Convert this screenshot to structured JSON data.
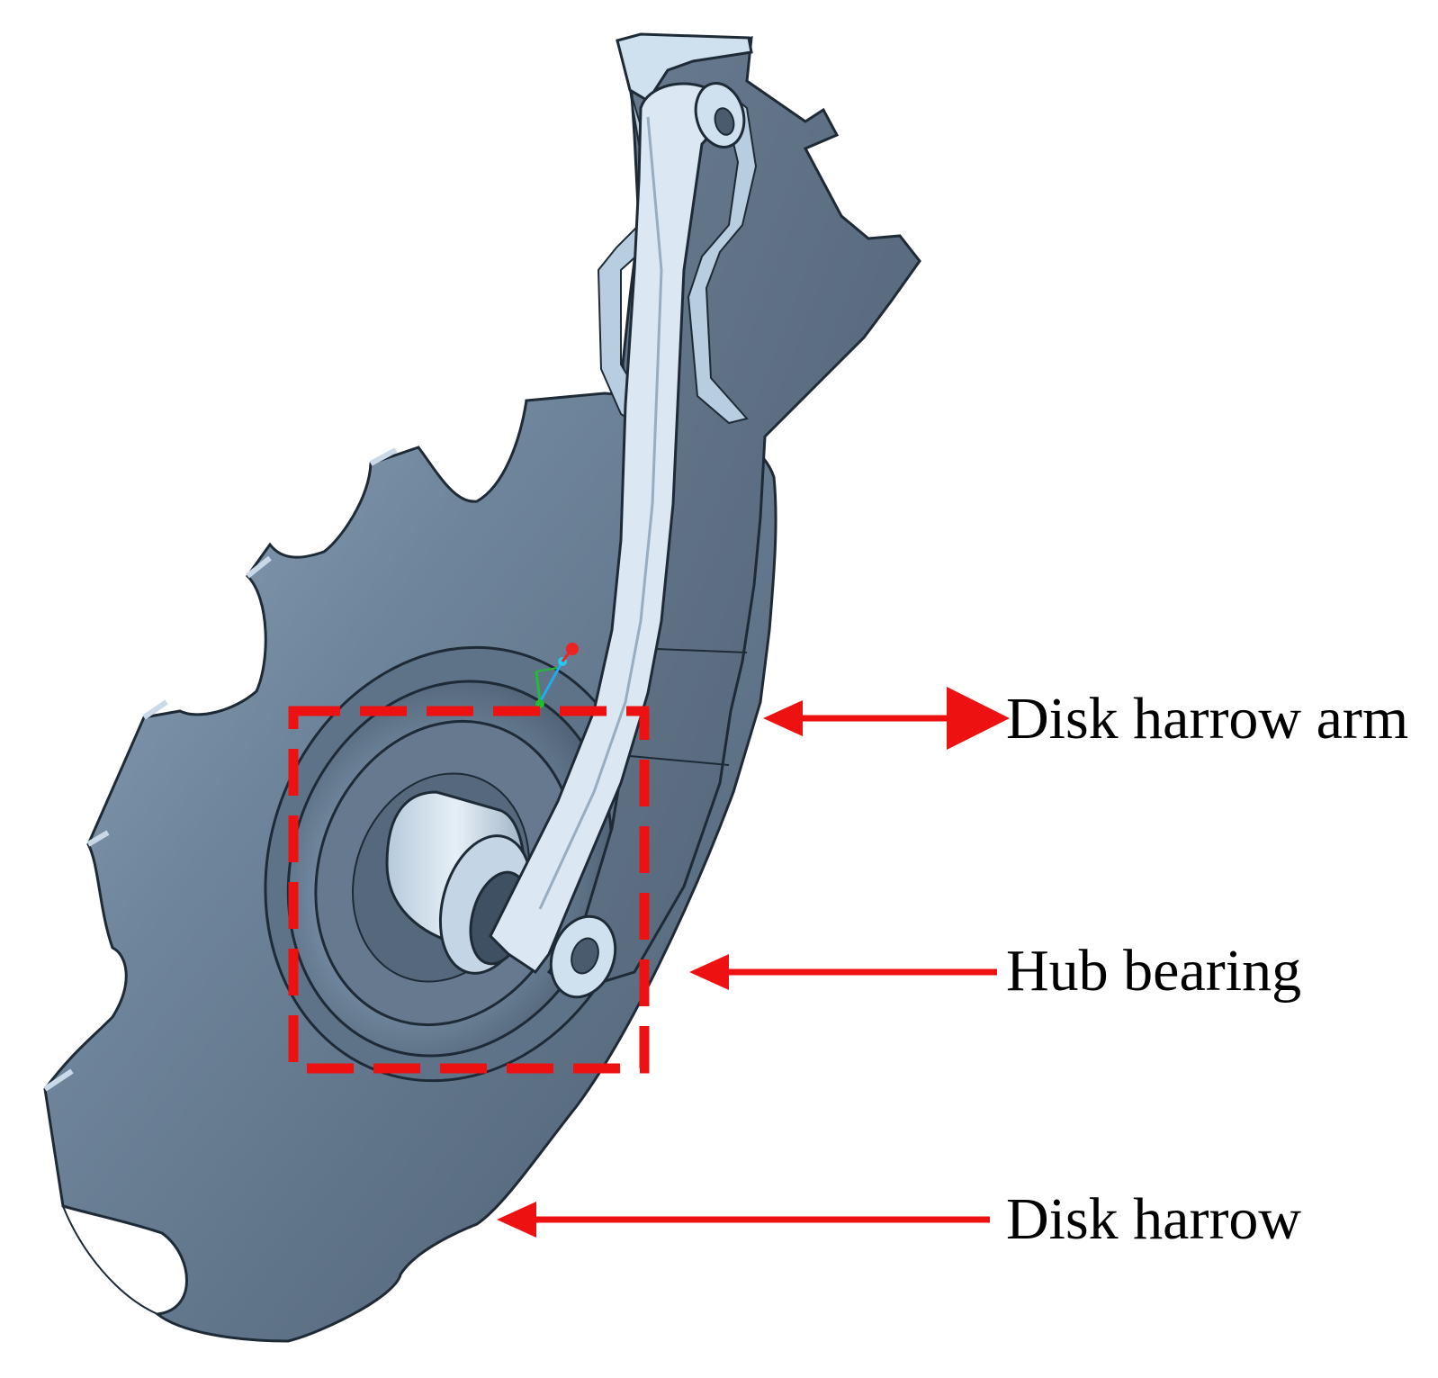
{
  "callouts": [
    {
      "label": "Disk harrow arm"
    },
    {
      "label": "Hub bearing"
    },
    {
      "label": "Disk harrow"
    }
  ],
  "colors": {
    "arrow": "#ee1111",
    "highlight_box": "#ee1111",
    "disk_face": "#5e7186",
    "disk_face_light": "#a8bfd3",
    "arm_body": "#5b6c80",
    "link_bar": "#dbe8f3",
    "edge": "#1e2a36"
  },
  "components": [
    "disk-harrow",
    "disk-harrow-arm",
    "link-bar",
    "hub-bearing",
    "hitch-bracket",
    "coordinate-triad"
  ]
}
